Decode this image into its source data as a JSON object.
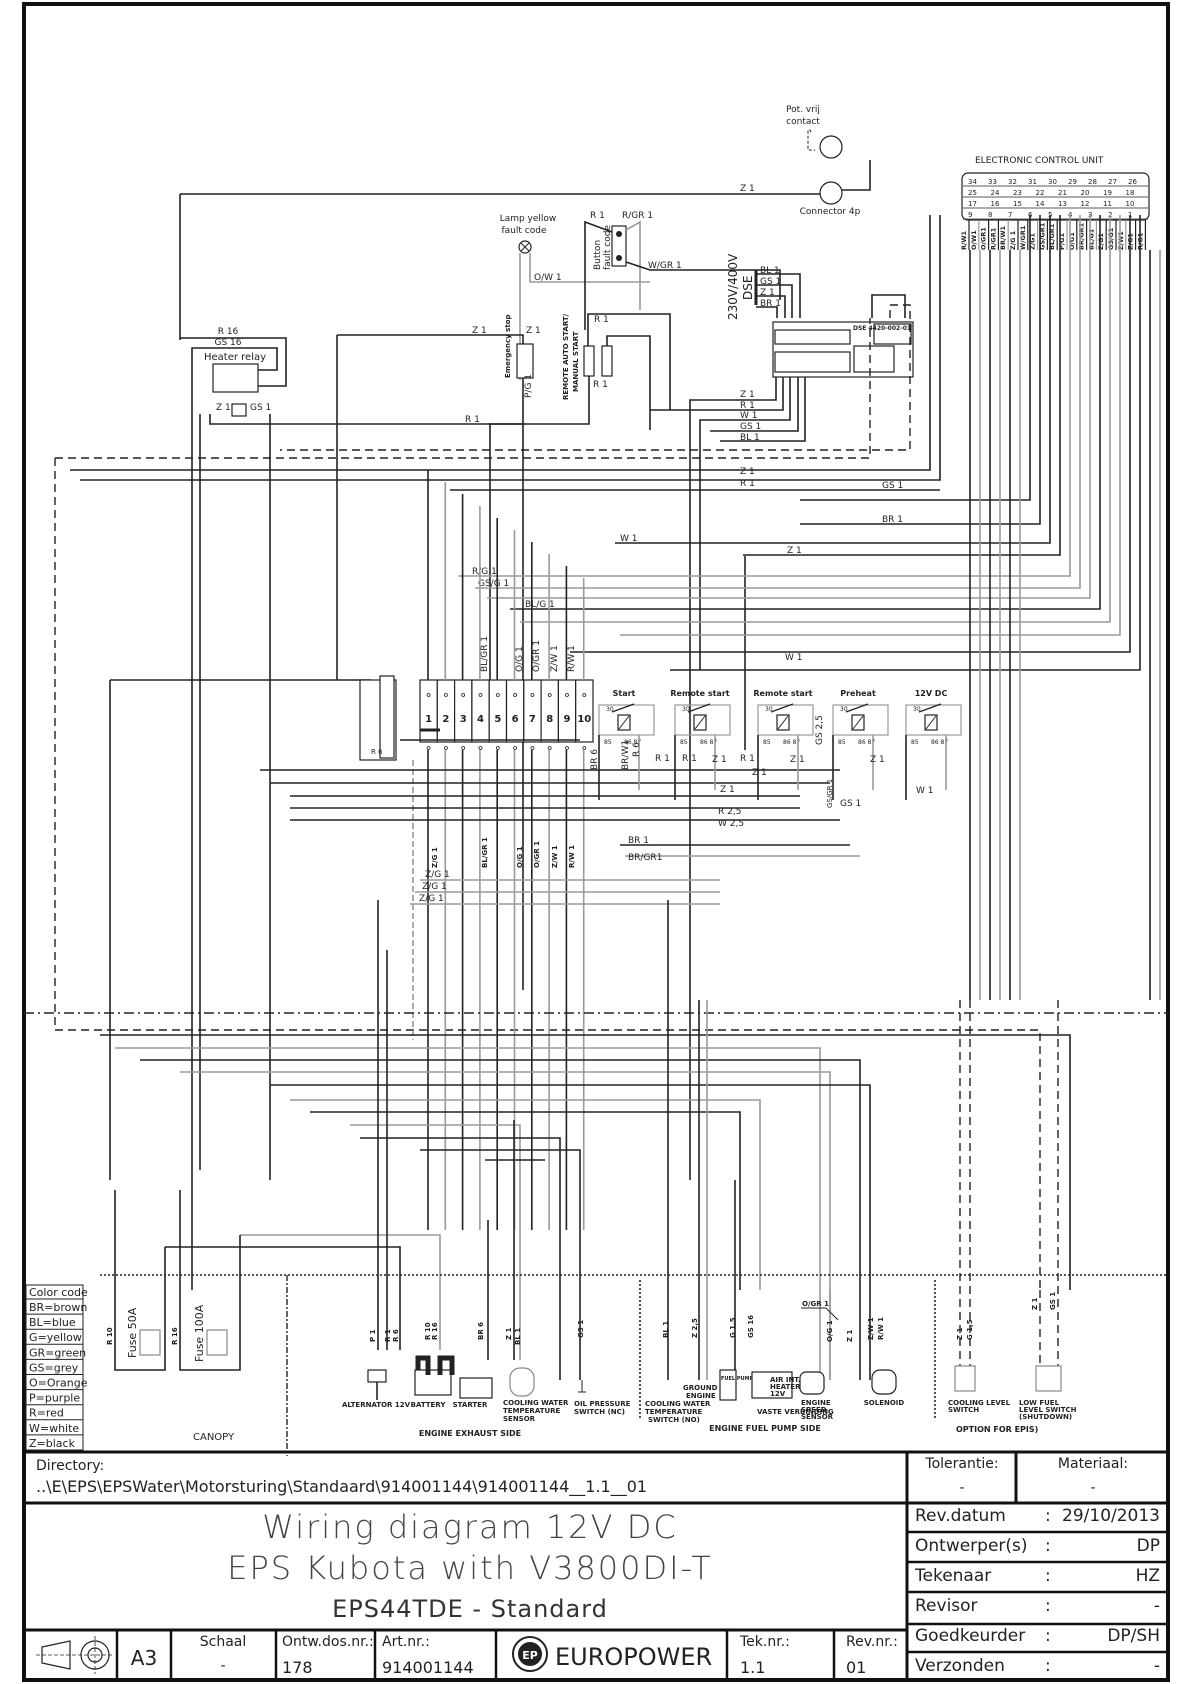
{
  "titleblock": {
    "directory_label": "Directory:",
    "directory_path": "..\\E\\EPS\\EPSWater\\Motorsturing\\Standaard\\914001144\\914001144__1.1__01",
    "title_line1": "Wiring diagram 12V DC",
    "title_line2": "EPS Kubota with V3800DI-T",
    "subtitle": "EPS44TDE - Standard",
    "tolerantie_label": "Tolerantie:",
    "tolerantie_value": "-",
    "materiaal_label": "Materiaal:",
    "materiaal_value": "-",
    "rows": [
      {
        "label": "Rev.datum",
        "sep": ":",
        "value": "29/10/2013"
      },
      {
        "label": "Ontwerper(s)",
        "sep": ":",
        "value": "DP"
      },
      {
        "label": "Tekenaar",
        "sep": ":",
        "value": "HZ"
      },
      {
        "label": "Revisor",
        "sep": ":",
        "value": "-"
      },
      {
        "label": "Goedkeurder",
        "sep": ":",
        "value": "DP/SH"
      },
      {
        "label": "Verzonden",
        "sep": ":",
        "value": "-"
      }
    ],
    "format": "A3",
    "schaal_label": "Schaal",
    "schaal_value": "-",
    "ontw_label": "Ontw.dos.nr.:",
    "ontw_value": "178",
    "art_label": "Art.nr.:",
    "art_value": "914001144",
    "brand": "EUROPOWER",
    "brand_logo": "EP",
    "tek_label": "Tek.nr.:",
    "tek_value": "1.1",
    "rev_label": "Rev.nr.:",
    "rev_value": "01"
  },
  "color_code": {
    "title": "Color code",
    "items": [
      "BR=brown",
      "BL=blue",
      "G=yellow",
      "GR=green",
      "GS=grey",
      "O=Orange",
      "P=purple",
      "R=red",
      "W=white",
      "Z=black"
    ]
  },
  "components": {
    "pot_vrij_1": "Pot. vrij",
    "pot_vrij_2": "contact",
    "connector": "Connector 4p",
    "ecu": "ELECTRONIC CONTROL UNIT",
    "lamp_1": "Lamp yellow",
    "lamp_2": "fault code",
    "button_1": "Button",
    "button_2": "fault code",
    "dse_voltage": "230V/400V",
    "dse": "DSE",
    "dse_model": "DSE 4420-002-01",
    "heater_relay": "Heater relay",
    "emergency_stop": "Emergency stop",
    "remote_auto_1": "REMOTE AUTO START/",
    "remote_auto_2": "MANUAL START",
    "relay_start": "Start",
    "relay_remote1": "Remote start",
    "relay_remote2": "Remote start",
    "relay_preheat": "Preheat",
    "relay_12v": "12V DC",
    "fuse_50": "Fuse 50A",
    "fuse_100": "Fuse 100A",
    "canopy": "CANOPY",
    "alternator": "ALTERNATOR 12V",
    "battery": "BATTERY",
    "starter": "STARTER",
    "cw_sensor_1": "COOLING WATER",
    "cw_sensor_2": "TEMPERATURE",
    "cw_sensor_3": "SENSOR",
    "oil_1": "OIL PRESSURE",
    "oil_2": "SWITCH (NC)",
    "exhaust_side": "ENGINE EXHAUST SIDE",
    "cw_switch_1": "COOLING WATER",
    "cw_switch_2": "TEMPERATURE",
    "cw_switch_3": "SWITCH (NO)",
    "ground_1": "GROUND ON",
    "ground_2": "ENGINE",
    "fuel_pump": "FUEL PUMP 12V",
    "air_intake_1": "AIR INTAKE",
    "air_intake_2": "HEATER",
    "air_intake_3": "12V",
    "vaste": "VASTE VERBINDING",
    "speed_1": "ENGINE",
    "speed_2": "SPEED",
    "speed_3": "SENSOR",
    "solenoid": "SOLENOID",
    "fuel_side": "ENGINE FUEL PUMP SIDE",
    "cool_level_1": "COOLING LEVEL",
    "cool_level_2": "SWITCH",
    "low_fuel_1": "LOW FUEL",
    "low_fuel_2": "LEVEL SWITCH",
    "low_fuel_3": "(SHUTDOWN)",
    "option": "OPTION FOR EPIS)"
  },
  "terminals": [
    "1",
    "2",
    "3",
    "4",
    "5",
    "6",
    "7",
    "8",
    "9",
    "10"
  ],
  "terminal_wires": [
    "BL/GR 1",
    "O/G 1",
    "O/GR 1",
    "Z/W 1",
    "R/W 1"
  ],
  "terminal_wires_low": [
    "Z/G 1",
    "BL/GR 1",
    "O/G 1",
    "O/GR 1",
    "Z/W 1",
    "R/W 1"
  ],
  "ecu_pins_top": [
    "34",
    "33",
    "32",
    "31",
    "30",
    "29",
    "28",
    "27",
    "26"
  ],
  "ecu_pins_r2": [
    "25",
    "24",
    "23",
    "22",
    "21",
    "20",
    "19",
    "18"
  ],
  "ecu_pins_r3": [
    "17",
    "16",
    "15",
    "14",
    "13",
    "12",
    "11",
    "10"
  ],
  "ecu_pins_r4": [
    "9",
    "8",
    "7",
    "6",
    "5",
    "4",
    "3",
    "2",
    "1"
  ],
  "ecu_wires": [
    "R/W1",
    "O/W1",
    "O/GR1",
    "R/GR1",
    "BR/W1",
    "Z/G 1",
    "W/GR1",
    "Z/G1",
    "GS/GR1",
    "BL/GR1",
    "P/G1",
    "O/G1",
    "BR/GR1",
    "BL/G1",
    "Z/G1",
    "GS/G1",
    "Z/W1",
    "Z/G1",
    "R/G1"
  ],
  "wire_labels": {
    "z1_top": "Z 1",
    "r1_btn": "R 1",
    "rgr1_btn": "R/GR 1",
    "wgr1": "W/GR 1",
    "ow1": "O/W 1",
    "bl1": "BL 1",
    "gs1": "GS 1",
    "z1": "Z 1",
    "br1": "BR 1",
    "r16": "R 16",
    "gs16": "GS 16",
    "z": "Z",
    "gr": "GR",
    "r1": "R 1",
    "w1": "W 1",
    "rg1": "R/G 1",
    "gsg1": "GS/G 1",
    "blg1": "BL/G 1",
    "pg1": "P/G 1",
    "r25": "R 2,5",
    "w25": "W 2,5",
    "brgr1": "BR/GR1",
    "br6": "BR 6",
    "brw1": "BR/W1",
    "r6": "R 6",
    "gs25": "GS 2,5",
    "gsgr1": "GS/GR 1",
    "zg1": "Z/G 1",
    "r10": "R 10",
    "p1": "P 1",
    "r6b": "R 6",
    "bl1b": "BL 1",
    "z25": "Z 2,5",
    "g15": "G 1,5",
    "gs16b": "GS 16",
    "ogr1": "O/GR 1",
    "og1": "O/G 1",
    "zw1": "Z/W 1",
    "rw1": "R/W 1",
    "gs1b": "GS 1"
  }
}
